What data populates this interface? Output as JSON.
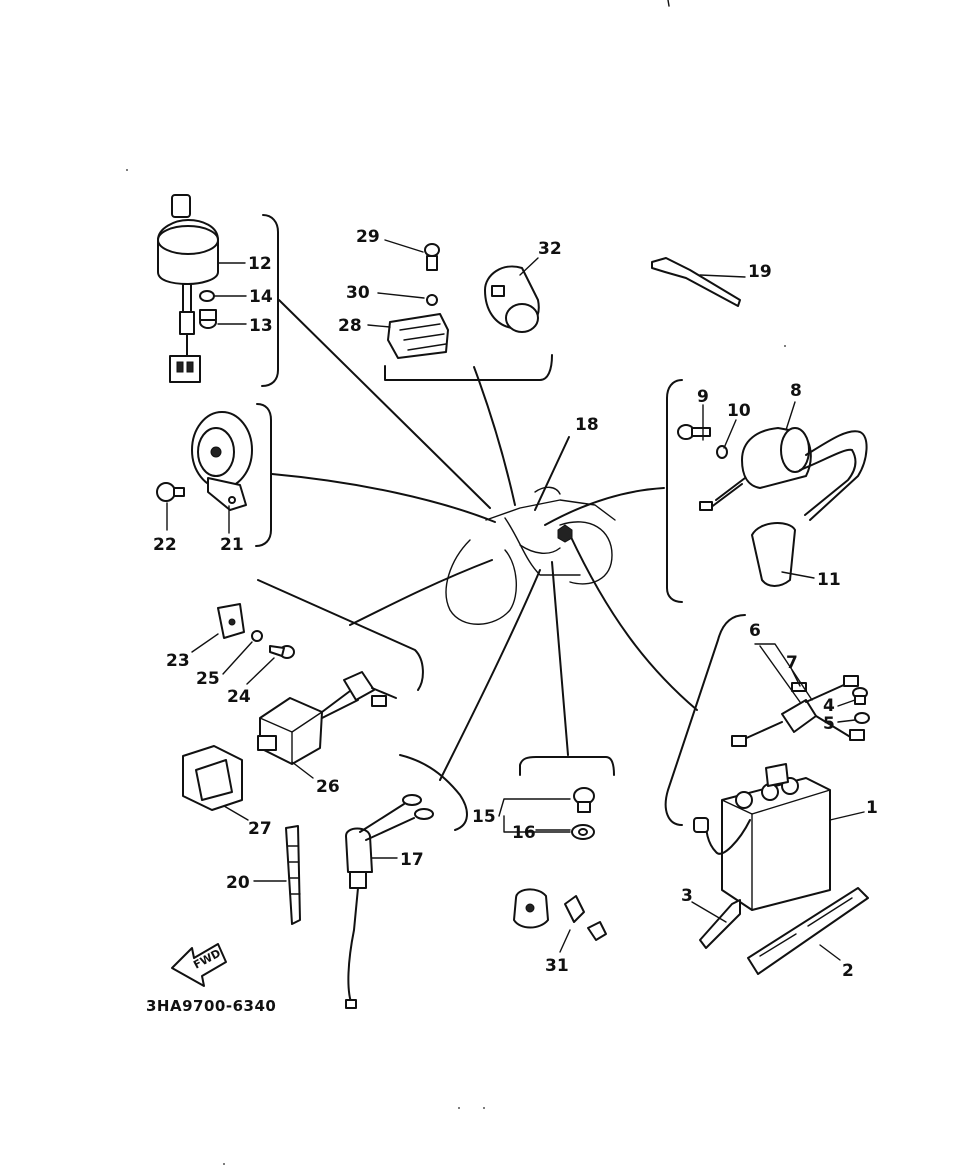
{
  "diagram": {
    "code": "3HA9700-6340",
    "fwd": "FWD",
    "labels": {
      "p1": "1",
      "p2": "2",
      "p3": "3",
      "p4": "4",
      "p5": "5",
      "p6": "6",
      "p7": "7",
      "p8": "8",
      "p9": "9",
      "p10": "10",
      "p11": "11",
      "p12": "12",
      "p13": "13",
      "p14": "14",
      "p15": "15",
      "p16": "16",
      "p17": "17",
      "p18": "18",
      "p19": "19",
      "p20": "20",
      "p21": "21",
      "p22": "22",
      "p23": "23",
      "p24": "24",
      "p25": "25",
      "p26": "26",
      "p27": "27",
      "p28": "28",
      "p29": "29",
      "p30": "30",
      "p31": "31",
      "p32": "32"
    }
  }
}
